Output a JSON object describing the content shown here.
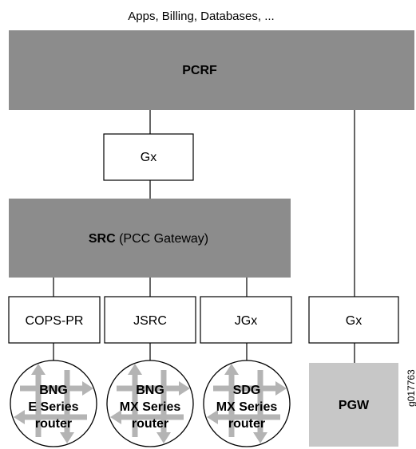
{
  "top_caption": "Apps, Billing, Databases, ...",
  "pcrf_label": "PCRF",
  "gx_upper_label": "Gx",
  "src_bold": "SRC",
  "src_rest": " (PCC Gateway)",
  "interfaces": {
    "copspr": "COPS-PR",
    "jsrc": "JSRC",
    "jgx": "JGx",
    "gx_right": "Gx"
  },
  "routers": [
    {
      "line1": "BNG",
      "line2": "E Series",
      "line3": "router"
    },
    {
      "line1": "BNG",
      "line2": "MX Series",
      "line3": "router"
    },
    {
      "line1": "SDG",
      "line2": "MX Series",
      "line3": "router"
    }
  ],
  "pgw_label": "PGW",
  "figure_id": "g017763",
  "colors": {
    "dark_box": "#8c8c8c",
    "light_box": "#c7c7c7",
    "arrow": "#b4b4b4",
    "line": "#000000"
  }
}
